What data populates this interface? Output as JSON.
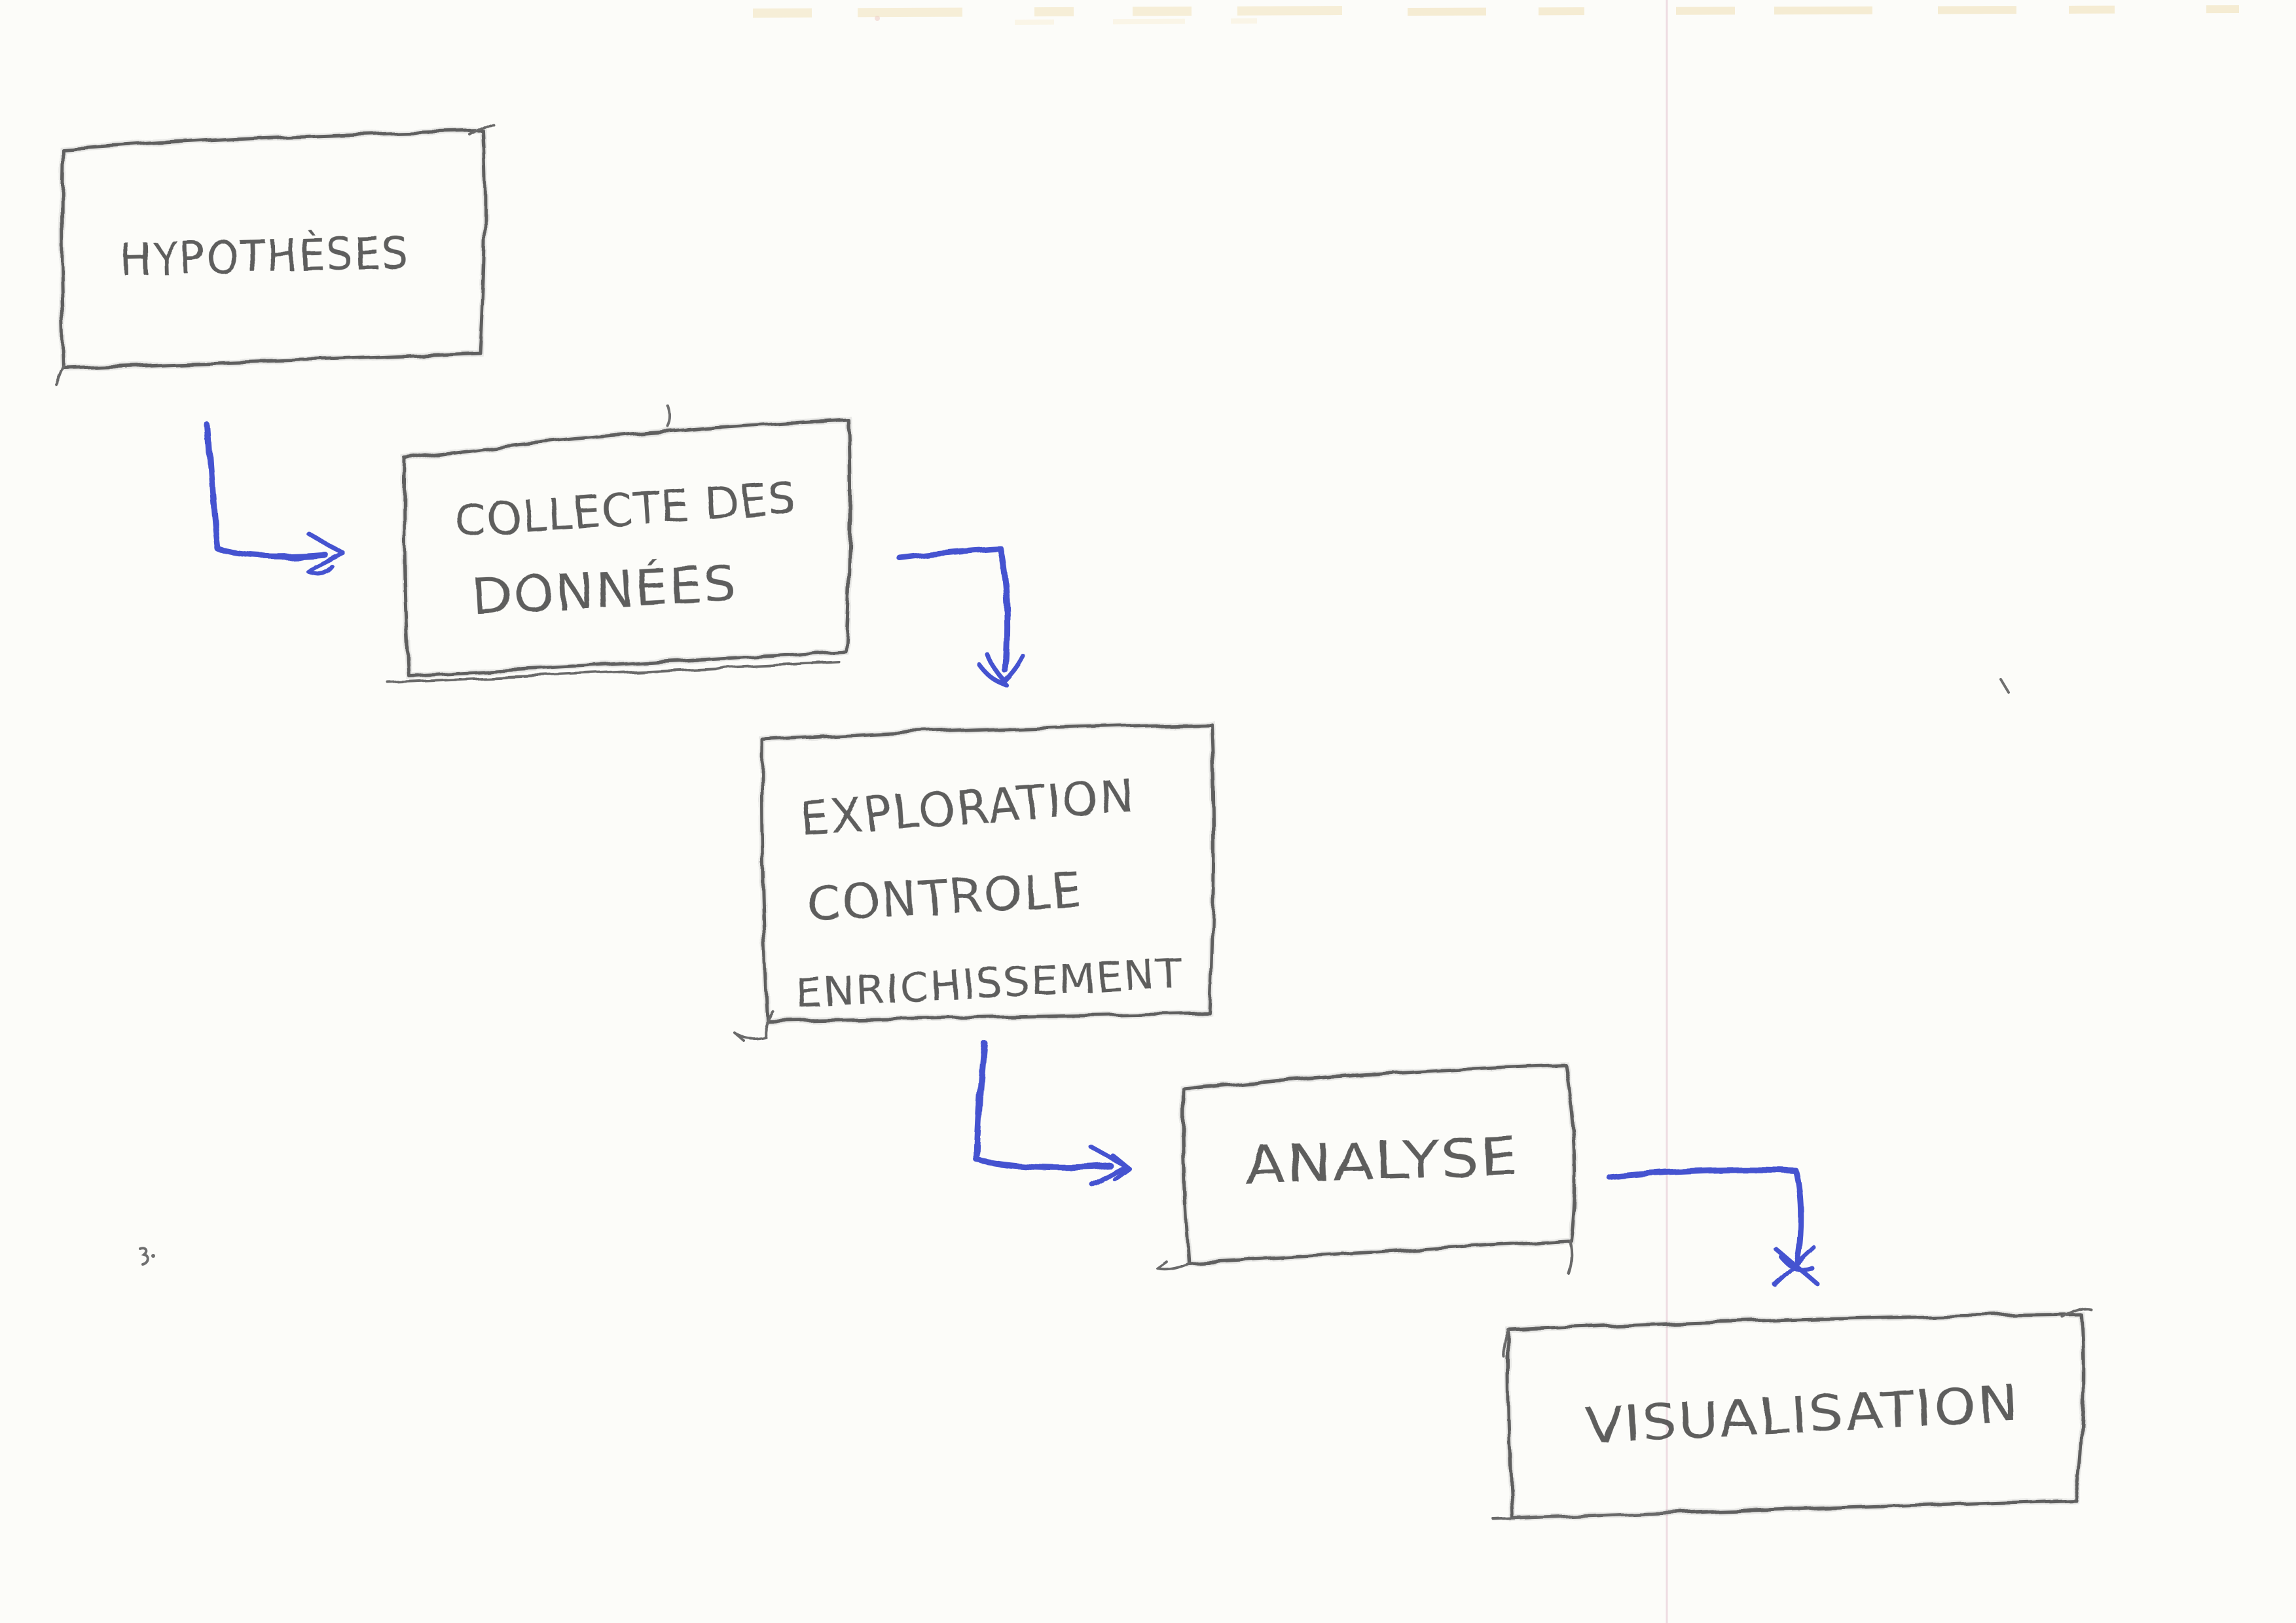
{
  "page": {
    "kind": "scanned hand-drawn flowchart on white paper",
    "background_color": "#fcfcf9"
  },
  "colors": {
    "pencil_outline": "#5f5f5f",
    "pencil_text": "#4d4d4d",
    "pen_blue": "#4553d0",
    "fold_line_pink": "#e8ccd6",
    "scan_edge_yellow": "#f0dfae"
  },
  "diagram": {
    "type": "flowchart",
    "nodes": [
      {
        "id": "hypotheses",
        "lines": [
          "HYPOTHÈSES"
        ]
      },
      {
        "id": "collecte-des-donnees",
        "lines": [
          "COLLECTE DES",
          "DONNÉES"
        ]
      },
      {
        "id": "exploration-controle-enrichissement",
        "lines": [
          "EXPLORATION",
          "CONTROLE",
          "ENRICHISSEMENT"
        ]
      },
      {
        "id": "analyse",
        "lines": [
          "ANALYSE"
        ]
      },
      {
        "id": "visualisation",
        "lines": [
          "VISUALISATION"
        ]
      }
    ],
    "edges": [
      {
        "from": "hypotheses",
        "to": "collecte-des-donnees",
        "shape": "down-then-right elbow, blue pen"
      },
      {
        "from": "collecte-des-donnees",
        "to": "exploration-controle-enrichissement",
        "shape": "right-then-down elbow, blue pen"
      },
      {
        "from": "exploration-controle-enrichissement",
        "to": "analyse",
        "shape": "down-then-right elbow, blue pen"
      },
      {
        "from": "analyse",
        "to": "visualisation",
        "shape": "right-then-down elbow, blue pen"
      }
    ]
  }
}
